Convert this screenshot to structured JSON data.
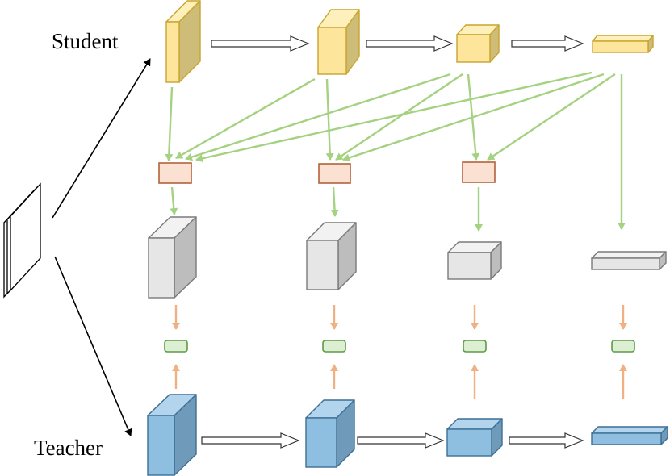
{
  "labels": {
    "student": "Student",
    "teacher": "Teacher"
  },
  "colors": {
    "student_front": "#fde59c",
    "student_side": "#cdbd78",
    "student_top": "#fef0bb",
    "student_stroke": "#c9a42f",
    "teacher_front": "#8ebfe0",
    "teacher_side": "#6f9ab9",
    "teacher_top": "#b2d4ec",
    "teacher_stroke": "#3d6f95",
    "gray_front": "#e6e6e6",
    "gray_side": "#bdbdbd",
    "gray_top": "#f2f2f2",
    "gray_stroke": "#7a7a7a",
    "fusion_fill": "#fbe1d2",
    "fusion_stroke": "#b5623a",
    "loss_fill": "#dcefd3",
    "loss_stroke": "#5e9a46",
    "green_arrow": "#a4d281",
    "orange_arrow": "#efb184"
  },
  "components": {
    "student_stages": 4,
    "teacher_stages": 4,
    "fusion_modules": 3,
    "distillation_losses": 4
  }
}
